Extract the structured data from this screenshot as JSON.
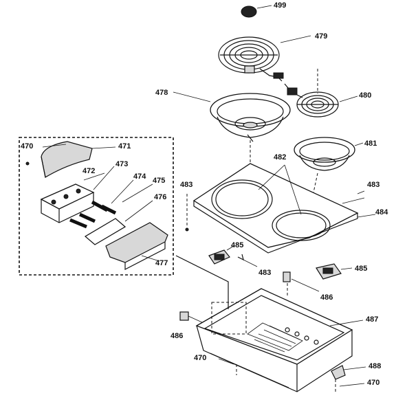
{
  "diagram": {
    "labels": {
      "l499": "499",
      "l479": "479",
      "l478": "478",
      "l480": "480",
      "l481": "481",
      "l482": "482",
      "l483a": "483",
      "l483b": "483",
      "l483c": "483",
      "l484": "484",
      "l485a": "485",
      "l485b": "485",
      "l486a": "486",
      "l486b": "486",
      "l487": "487",
      "l488": "488",
      "l470a": "470",
      "l470b": "470",
      "l470c": "470",
      "l471": "471",
      "l472": "472",
      "l473": "473",
      "l474": "474",
      "l475": "475",
      "l476": "476",
      "l477": "477"
    }
  }
}
